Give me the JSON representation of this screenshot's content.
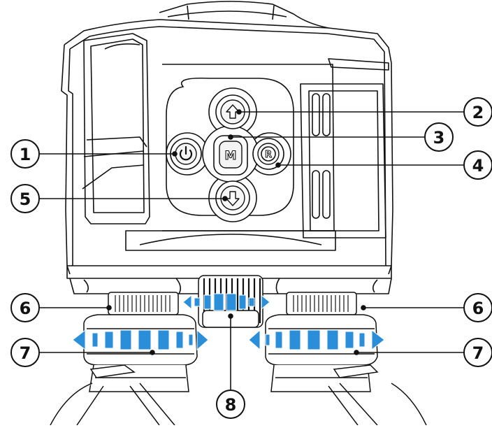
{
  "callouts": [
    {
      "id": "1",
      "label": "1"
    },
    {
      "id": "2",
      "label": "2"
    },
    {
      "id": "3",
      "label": "3"
    },
    {
      "id": "4",
      "label": "4"
    },
    {
      "id": "5",
      "label": "5"
    },
    {
      "id": "6a",
      "label": "6"
    },
    {
      "id": "6b",
      "label": "6"
    },
    {
      "id": "7a",
      "label": "7"
    },
    {
      "id": "7b",
      "label": "7"
    },
    {
      "id": "8",
      "label": "8"
    }
  ],
  "buttons": {
    "up_glyph": "⇧",
    "menu_glyph": "M",
    "rec_glyph": "R",
    "down_glyph": "⇩"
  },
  "colors": {
    "accent": "#2a8fd8",
    "line": "#111111",
    "body_fill": "#ffffff"
  }
}
